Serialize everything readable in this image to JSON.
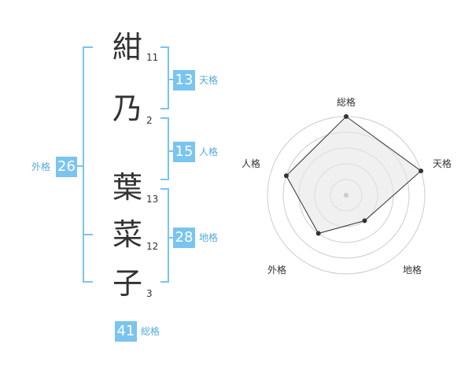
{
  "name": {
    "characters": [
      {
        "char": "紺",
        "strokes": "11"
      },
      {
        "char": "乃",
        "strokes": "2"
      },
      {
        "char": "葉",
        "strokes": "13"
      },
      {
        "char": "菜",
        "strokes": "12"
      },
      {
        "char": "子",
        "strokes": "3"
      }
    ]
  },
  "kakusu": {
    "tenkaku": {
      "value": "13",
      "label": "天格"
    },
    "jinkaku": {
      "value": "15",
      "label": "人格"
    },
    "chikaku": {
      "value": "28",
      "label": "地格"
    },
    "gaikaku": {
      "value": "26",
      "label": "外格"
    },
    "soukaku": {
      "value": "41",
      "label": "総格"
    }
  },
  "radar": {
    "axes": [
      "総格",
      "天格",
      "地格",
      "外格",
      "人格"
    ],
    "levels": 5,
    "values": [
      5,
      5,
      2,
      3,
      4
    ],
    "max": 5
  },
  "colors": {
    "accent": "#7ac4ef",
    "accent_text": "#55aadd",
    "radar_fill": "#e6e6e6",
    "radar_stroke": "#333333",
    "ring": "#cccccc"
  }
}
